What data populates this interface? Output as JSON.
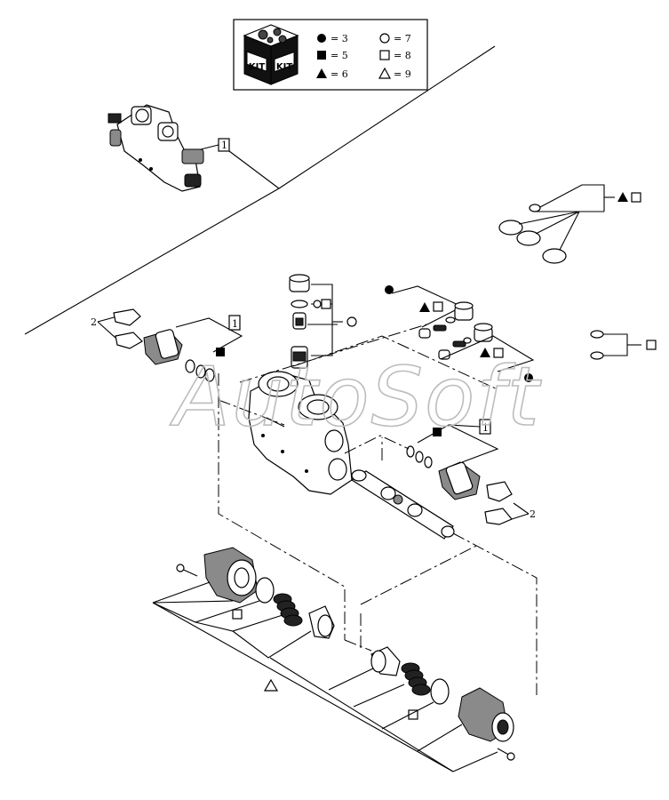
{
  "legend": {
    "kit_badge_left": "KIT",
    "kit_badge_right": "KIT",
    "entries": [
      {
        "symbol": "filled-circle",
        "text": "= 3"
      },
      {
        "symbol": "open-circle",
        "text": "= 7"
      },
      {
        "symbol": "filled-square",
        "text": "= 5"
      },
      {
        "symbol": "open-square",
        "text": "= 8"
      },
      {
        "symbol": "filled-triangle",
        "text": "= 6"
      },
      {
        "symbol": "open-triangle",
        "text": "= 9"
      }
    ]
  },
  "callouts": {
    "ref_assembly": "1",
    "ref_relief_left": "1",
    "ref_relief_right": "1",
    "clip_left": "2",
    "clip_right": "2"
  },
  "watermark": "AutoSoft",
  "colors": {
    "line": "#000000",
    "watermark": "#bcbcbc",
    "background": "#ffffff"
  }
}
